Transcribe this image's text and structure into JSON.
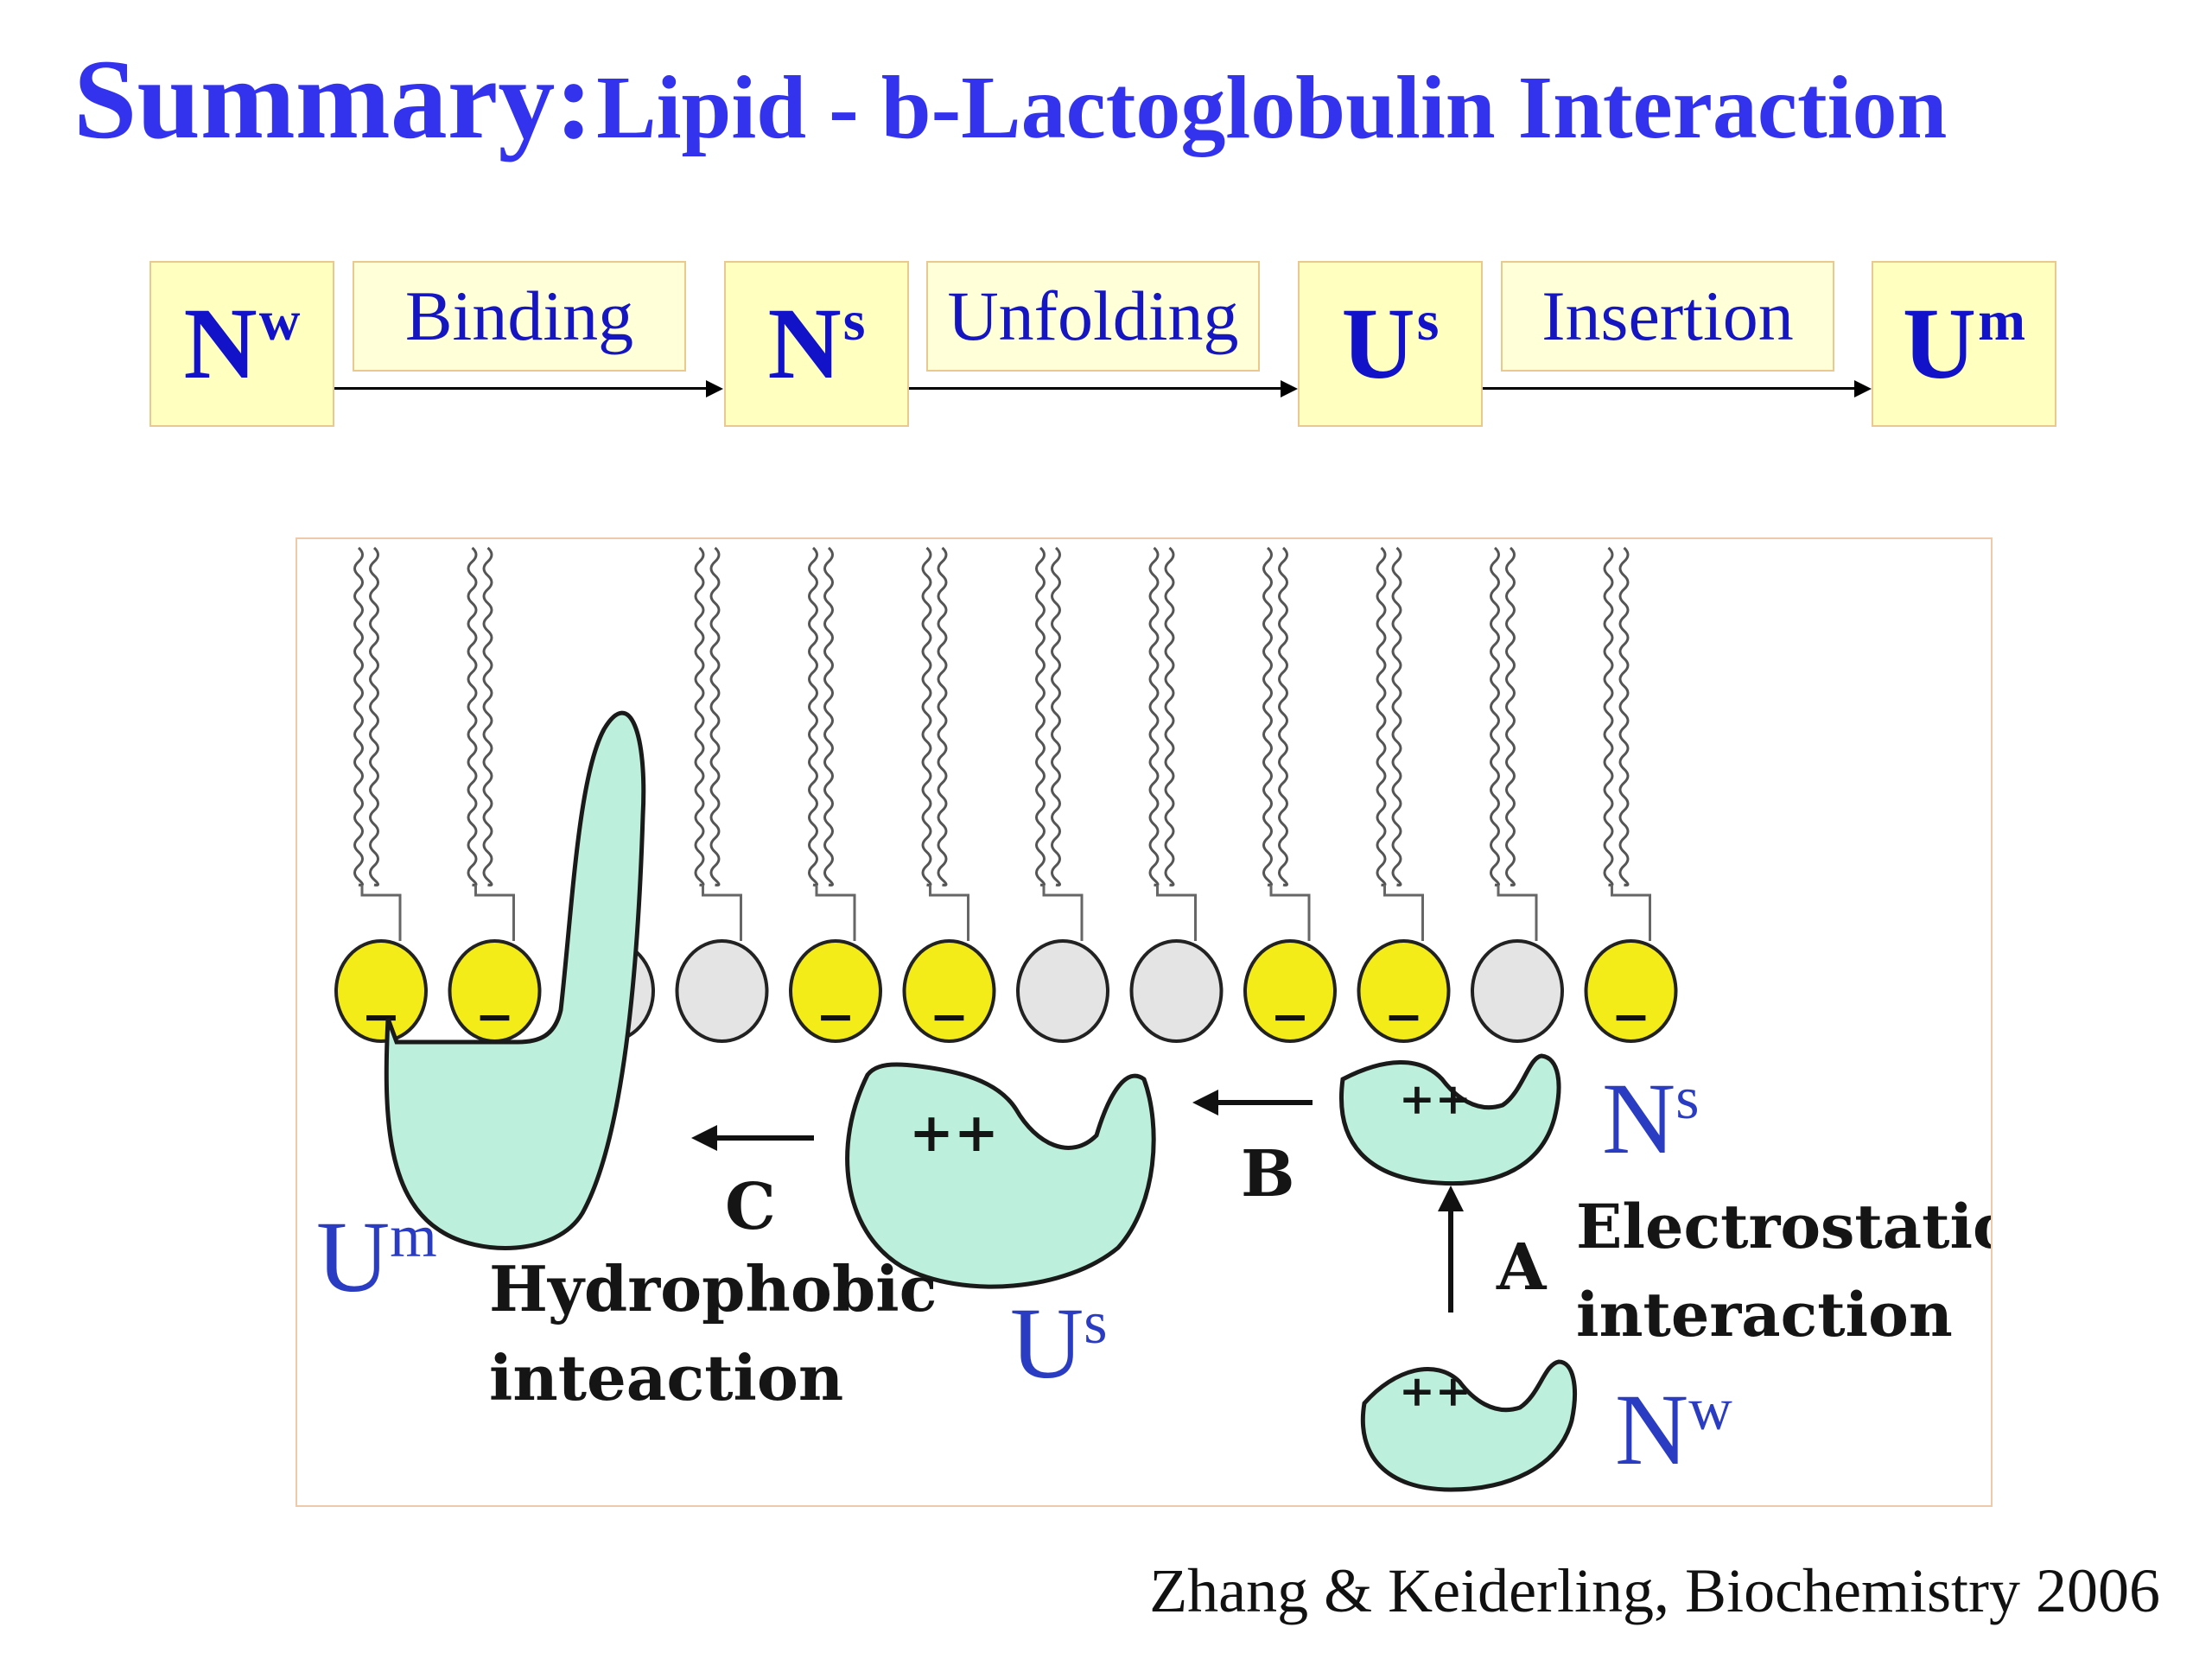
{
  "title": {
    "main": "Summary:",
    "subtitle": "Lipid - b-Lactoglobulin Interaction"
  },
  "scheme": {
    "states": [
      {
        "base": "N",
        "sup": "w"
      },
      {
        "base": "N",
        "sup": "s"
      },
      {
        "base": "U",
        "sup": "s"
      },
      {
        "base": "U",
        "sup": "m"
      }
    ],
    "steps": [
      "Binding",
      "Unfolding",
      "Insertion"
    ]
  },
  "diagram": {
    "headgroups": [
      "yellow",
      "yellow",
      "gray",
      "gray",
      "yellow",
      "yellow",
      "gray",
      "gray",
      "yellow",
      "yellow",
      "gray",
      "yellow"
    ],
    "headgroup_colors": {
      "yellow": "#f4ec18",
      "gray": "#e4e4e4"
    },
    "protein_color": "#bdf0dc",
    "minus": "−",
    "plus": "++",
    "steps": {
      "a": "A",
      "b": "B",
      "c": "C"
    },
    "states": {
      "um": {
        "base": "U",
        "sup": "m"
      },
      "us": {
        "base": "U",
        "sup": "s"
      },
      "ns": {
        "base": "N",
        "sup": "s"
      },
      "nw": {
        "base": "N",
        "sup": "w"
      }
    },
    "labels": {
      "hydrophobic_1": "Hydrophobic",
      "hydrophobic_2": "inteaction",
      "electrostatic_1": "Electrostatic",
      "electrostatic_2": "interaction"
    }
  },
  "citation": "Zhang & Keiderling, Biochemistry 2006"
}
